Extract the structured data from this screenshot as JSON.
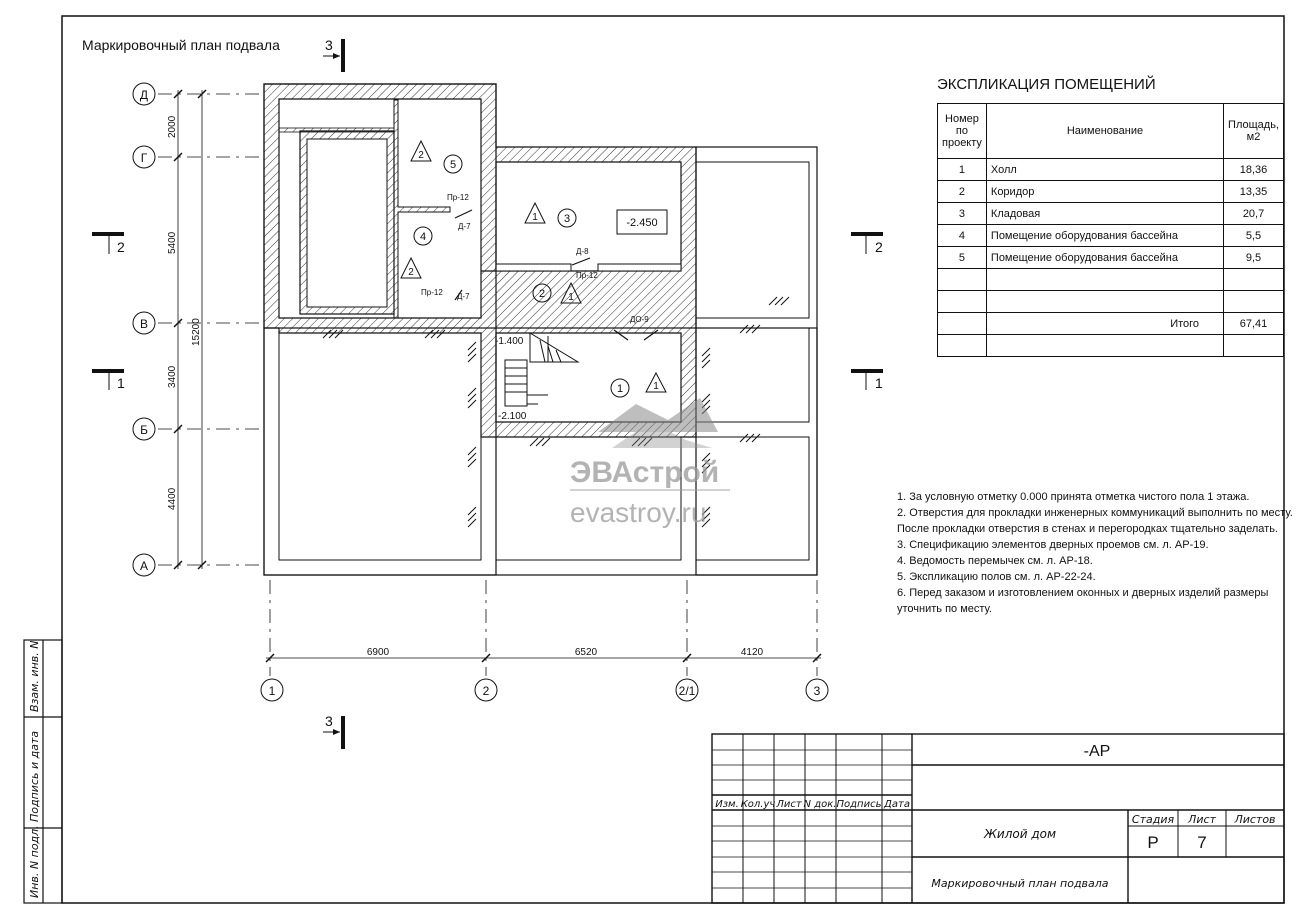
{
  "plan_title": "Маркировочный план подвала",
  "section_marks": {
    "three": "3",
    "two": "2",
    "one": "1"
  },
  "axes": {
    "rows": [
      "Д",
      "Г",
      "В",
      "Б",
      "А"
    ],
    "cols": [
      "1",
      "2",
      "2/1",
      "3"
    ]
  },
  "dimensions": {
    "vertical": [
      "2000",
      "5400",
      "3400",
      "4400"
    ],
    "total_vertical": "15200",
    "horizontal": [
      "6900",
      "6520",
      "4120"
    ]
  },
  "rooms": [
    {
      "num": "1",
      "mark": "1"
    },
    {
      "num": "2",
      "mark": "1"
    },
    {
      "num": "3",
      "mark": "1"
    },
    {
      "num": "4",
      "mark": "2"
    },
    {
      "num": "5",
      "mark": "2"
    }
  ],
  "plan_labels": {
    "level_main": "-2.450",
    "level_1400": "-1.400",
    "level_2100": "-2.100",
    "pr12_a": "Пр-12",
    "d7_a": "Д-7",
    "pr12_b": "Пр-12",
    "d7_b": "Д-7",
    "d8": "Д-8",
    "pr12_c": "Пр-12",
    "do9": "ДО-9"
  },
  "explication": {
    "title": "ЭКСПЛИКАЦИЯ ПОМЕЩЕНИЙ",
    "headers": {
      "num": "Номер по проекту",
      "name": "Наименование",
      "area": "Площадь, м2"
    },
    "rows": [
      {
        "num": "1",
        "name": "Холл",
        "area": "18,36"
      },
      {
        "num": "2",
        "name": "Коридор",
        "area": "13,35"
      },
      {
        "num": "3",
        "name": "Кладовая",
        "area": "20,7"
      },
      {
        "num": "4",
        "name": "Помещение оборудования бассейна",
        "area": "5,5"
      },
      {
        "num": "5",
        "name": "Помещение оборудования бассейна",
        "area": "9,5"
      }
    ],
    "total_label": "Итого",
    "total_value": "67,41"
  },
  "notes": [
    "1. За условную отметку 0.000 принята отметка чистого пола 1 этажа.",
    "2. Отверстия для прокладки инженерных коммуникаций выполнить по месту.",
    "После прокладки  отверстия в стенах и перегородках тщательно заделать.",
    "3. Спецификацию элементов дверных проемов см. л. АР-19.",
    "4. Ведомость перемычек см. л. АР-18.",
    "5. Экспликацию полов см. л. АР-22-24.",
    "6. Перед заказом и изготовлением оконных и дверных изделий размеры",
    "уточнить по месту."
  ],
  "watermark": {
    "brand": "ЭВАстрой",
    "site": "evastroy.ru"
  },
  "stamp": {
    "code": "-АР",
    "col_headers": [
      "Изм.",
      "Кол.уч",
      "Лист",
      "N док.",
      "Подпись",
      "Дата"
    ],
    "stage_label": "Стадия",
    "sheet_label": "Лист",
    "sheets_label": "Листов",
    "stage": "Р",
    "sheet": "7",
    "project": "Жилой дом",
    "drawing": "Маркировочный план подвала"
  },
  "side_stamp": [
    "Взам. инв. N",
    "Подпись и дата",
    "Инв. N подл."
  ]
}
